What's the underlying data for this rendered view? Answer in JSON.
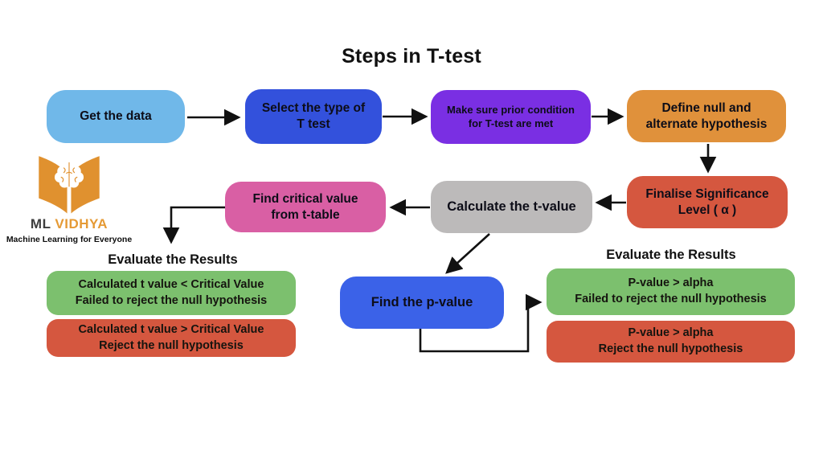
{
  "title": "Steps in T-test",
  "logo": {
    "ml": "ML",
    "vidhya": "VIDHYA",
    "tagline": "Machine Learning for Everyone",
    "brand_orange": "#e0912f"
  },
  "flow": {
    "get_data": {
      "label": "Get the data",
      "color": "#70b8e9"
    },
    "select_type": {
      "line1": "Select the type of",
      "line2": "T test",
      "color": "#3351dc"
    },
    "prior_condition": {
      "line1": "Make sure prior condition",
      "line2": "for T-test are met",
      "color": "#7a2fe3"
    },
    "define_hypothesis": {
      "line1": "Define null and",
      "line2": "alternate hypothesis",
      "color": "#e0913b"
    },
    "finalise_significance": {
      "line1": "Finalise Significance",
      "line2": "Level ( α )",
      "color": "#d5573f"
    },
    "calculate_t": {
      "label": "Calculate the t-value",
      "color": "#bcbaba"
    },
    "find_critical": {
      "line1": "Find critical value",
      "line2": "from t-table",
      "color": "#d95fa4"
    },
    "find_p": {
      "label": "Find the p-value",
      "color": "#3b62e8"
    }
  },
  "results": {
    "left_heading": "Evaluate the Results",
    "right_heading": "Evaluate the Results",
    "left_green": {
      "line1": "Calculated t value < Critical Value",
      "line2": "Failed to reject the null hypothesis",
      "color": "#7cc06e"
    },
    "left_red": {
      "line1": "Calculated t value > Critical Value",
      "line2": "Reject the null hypothesis",
      "color": "#d5573f"
    },
    "right_green": {
      "line1": "P-value > alpha",
      "line2": "Failed to reject the null hypothesis",
      "color": "#7cc06e"
    },
    "right_red": {
      "line1": "P-value > alpha",
      "line2": "Reject the null hypothesis",
      "color": "#d5573f"
    }
  }
}
